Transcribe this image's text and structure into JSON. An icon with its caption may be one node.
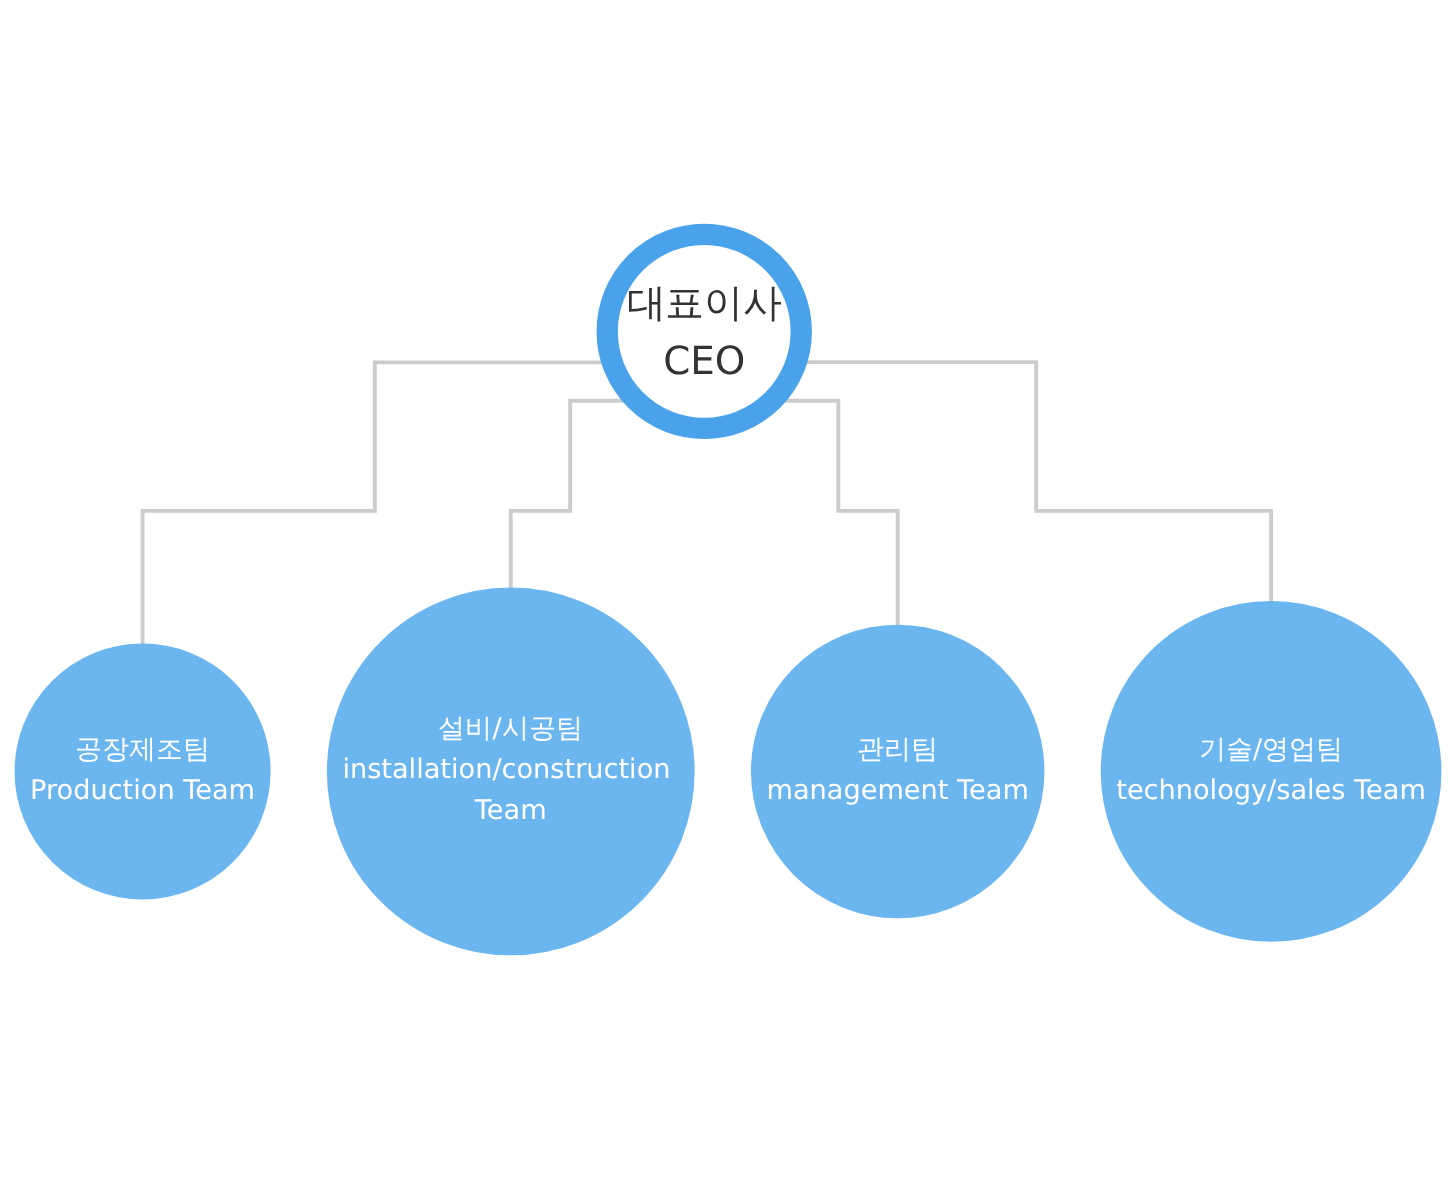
{
  "diagram": {
    "nodes": [
      {
        "text": [
          "대표이사",
          "CEO"
        ]
      },
      {
        "text": [
          "공장제조팀",
          "Production Team"
        ]
      },
      {
        "text": [
          "설비/시공팀",
          "installation/construction Team"
        ]
      },
      {
        "text": [
          "관리팀",
          "management Team"
        ]
      },
      {
        "text": [
          "기술/영업팀",
          "technology/sales Team"
        ]
      }
    ],
    "edges": [
      {
        "from": 0,
        "to": 1,
        "arrow": "none"
      },
      {
        "from": 0,
        "to": 2,
        "arrow": "none"
      },
      {
        "from": 0,
        "to": 3,
        "arrow": "none"
      },
      {
        "from": 0,
        "to": 4,
        "arrow": "none"
      }
    ]
  }
}
